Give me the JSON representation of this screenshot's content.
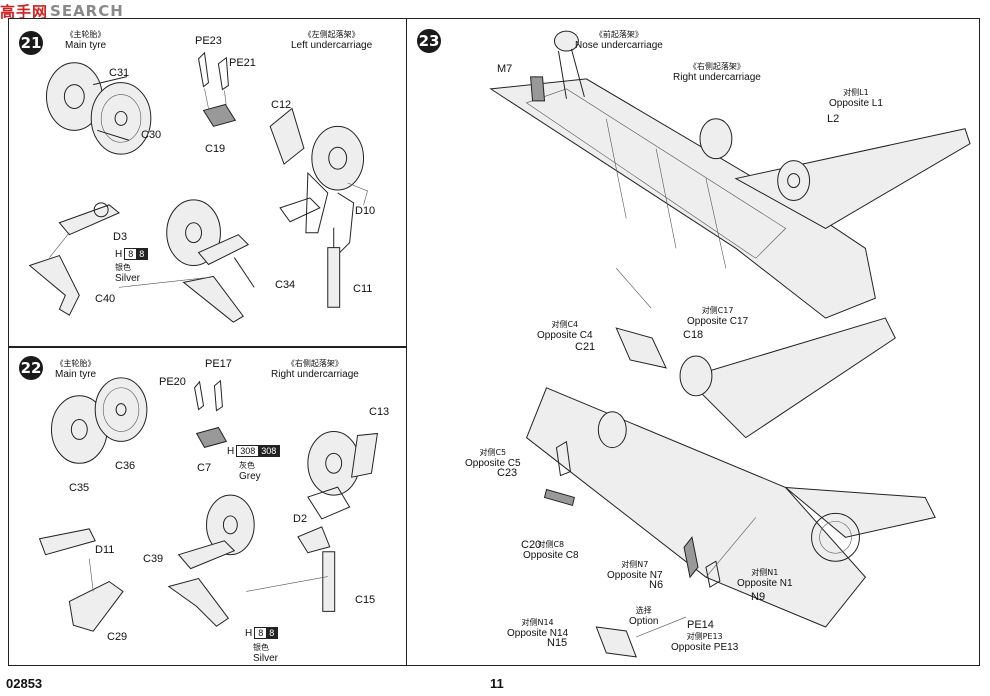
{
  "watermark": {
    "cn": "高手网",
    "en": "SEARCH"
  },
  "footer": {
    "catalog_no": "02853",
    "page_no": "11"
  },
  "step21": {
    "number": "21",
    "main_tyre": {
      "cn": "《主轮胎》",
      "en": "Main tyre"
    },
    "left_uc": {
      "cn": "《左侧起落架》",
      "en": "Left undercarriage"
    },
    "parts": {
      "pe23": "PE23",
      "pe21": "PE21",
      "c31": "C31",
      "c30": "C30",
      "c19": "C19",
      "c12": "C12",
      "d10": "D10",
      "d3": "D3",
      "c34": "C34",
      "c40": "C40",
      "c11": "C11"
    },
    "paint": {
      "code": "H",
      "num1": "8",
      "num2": "8",
      "cn": "银色",
      "en": "Silver"
    }
  },
  "step22": {
    "number": "22",
    "main_tyre": {
      "cn": "《主轮胎》",
      "en": "Main tyre"
    },
    "right_uc": {
      "cn": "《右侧起落架》",
      "en": "Right undercarriage"
    },
    "parts": {
      "pe17": "PE17",
      "pe20": "PE20",
      "c7": "C7",
      "c13": "C13",
      "c36": "C36",
      "c35": "C35",
      "d2": "D2",
      "d11": "D11",
      "c39": "C39",
      "c29": "C29",
      "c15": "C15"
    },
    "paint_grey": {
      "code": "H",
      "num1": "308",
      "num2": "308",
      "cn": "灰色",
      "en": "Grey"
    },
    "paint_silver": {
      "code": "H",
      "num1": "8",
      "num2": "8",
      "cn": "银色",
      "en": "Silver"
    }
  },
  "step23": {
    "number": "23",
    "nose_uc": {
      "cn": "《前起落架》",
      "en": "Nose undercarriage"
    },
    "right_uc": {
      "cn": "《右侧起落架》",
      "en": "Right undercarriage"
    },
    "opp_l1": {
      "cn": "对侧L1",
      "en": "Opposite L1"
    },
    "opp_c17": {
      "cn": "对侧C17",
      "en": "Opposite C17"
    },
    "opp_c4": {
      "cn": "对侧C4",
      "en": "Opposite C4"
    },
    "opp_c5": {
      "cn": "对侧C5",
      "en": "Opposite C5"
    },
    "opp_c8": {
      "cn": "对侧C8",
      "en": "Opposite C8"
    },
    "opp_n7": {
      "cn": "对侧N7",
      "en": "Opposite N7"
    },
    "opp_n1": {
      "cn": "对侧N1",
      "en": "Opposite N1"
    },
    "opp_n14": {
      "cn": "对侧N14",
      "en": "Opposite N14"
    },
    "opp_pe13": {
      "cn": "对侧PE13",
      "en": "Opposite PE13"
    },
    "option": {
      "cn": "选择",
      "en": "Option"
    },
    "parts": {
      "m7": "M7",
      "l2": "L2",
      "c18": "C18",
      "c21": "C21",
      "c23": "C23",
      "c20": "C20",
      "n6": "N6",
      "n9": "N9",
      "pe14": "PE14",
      "n15": "N15"
    }
  }
}
